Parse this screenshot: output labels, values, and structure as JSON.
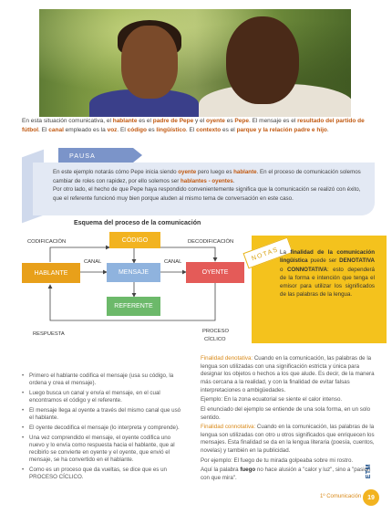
{
  "intro": {
    "t1": "En esta situación comunicativa, el ",
    "hablante": "hablante",
    "t2": " es el ",
    "padre": "padre de Pepe",
    "t3": " y el ",
    "oyente": "oyente",
    "t4": " es ",
    "pepe": "Pepe",
    "t5": ". El mensaje es el ",
    "resultado": "resultado del partido de fútbol",
    "t6": ". El ",
    "canal": "canal",
    "t7": " empleado es la ",
    "voz": "voz",
    "t8": ". El ",
    "codigo": "código",
    "t9": " es ",
    "linguistico": "lingüístico",
    "t10": ". El ",
    "contexto": "contexto",
    "t11": " es el ",
    "parque": "parque y la relación padre e hijo",
    "t12": "."
  },
  "pausa": {
    "tag": "PAUSA",
    "p1a": "En este ejemplo notarás cómo Pepe inicia siendo ",
    "oyente": "oyente",
    "p1b": " pero luego es ",
    "hablante": "hablante",
    "p1c": ". En el proceso de comunicación solemos cambiar de roles con rapidez, por ello solemos ser ",
    "hablantes_oyentes": "hablantes - oyentes",
    "p1d": ".",
    "p2": "Por otro lado, el hecho de que Pepe haya respondido convenientemente significa que la comunicación se realizó con éxito, que el referente funcionó muy bien porque aluden al mismo tema de conversación en este caso."
  },
  "diagram": {
    "title": "Esquema del proceso de la comunicación",
    "codificacion": "CODIFICACIÓN",
    "decodificacion": "DECODIFICACIÓN",
    "canal_left": "CANAL",
    "canal_right": "CANAL",
    "respuesta": "RESPUESTA",
    "proceso": "PROCESO",
    "ciclico": "CÍCLICO",
    "box_codigo": "CÓDIGO",
    "box_hablante": "HABLANTE",
    "box_mensaje": "MENSAJE",
    "box_oyente": "OYENTE",
    "box_referente": "REFERENTE",
    "colors": {
      "codigo": "#f2b320",
      "hablante": "#e8a01a",
      "mensaje": "#8fb3de",
      "oyente": "#e45b58",
      "referente": "#6cb96a"
    }
  },
  "notas": {
    "tag": "NOTAS",
    "t1": "La ",
    "b1": "finalidad de la comunicación lingüística",
    "t2": " puede ser ",
    "b2": "DENOTATIVA",
    "t3": " o ",
    "b3": "CONNOTATIVA",
    "t4": ": esto dependerá de la forma e intención que tenga el emisor para utilizar los significados de las palabras de la lengua."
  },
  "bullets": [
    "Primero el hablante codifica el mensaje (usa su código, la ordena y crea el mensaje).",
    "Luego busca un canal y envía el mensaje, en el cual encontramos el código y el referente.",
    "El mensaje llega al oyente a través del mismo canal que usó el hablante.",
    "El oyente decodifica el mensaje (lo interpreta y comprende).",
    "Una vez comprendido el mensaje, el oyente codifica uno nuevo y lo envía como respuesta hacia el hablante, que al recibirlo se convierte en oyente y el oyente, que envió el mensaje, se ha convertido en el hablante.",
    "Como es un proceso que da vueltas, se dice que es un PROCESO CÍCLICO."
  ],
  "right": {
    "denot_label": "Finalidad denotativa:",
    "denot_text": " Cuando en la comunicación, las palabras de la lengua son utilizadas con una significación estricta y única para designar los objetos o hechos a los que alude. Es decir, de la manera más cercana a la realidad, y con la finalidad de evitar falsas interpretaciones o ambigüedades.",
    "ej1": "Ejemplo: En la zona ecuatorial se siente el calor intenso.",
    "ej1b": "El enunciado del ejemplo se entiende de una sola forma, en un solo sentido.",
    "conn_label": "Finalidad connotativa:",
    "conn_text": " Cuando en la comunicación, las palabras de la lengua son utilizadas con otro u otros significados que enriquecen los mensajes. Esta finalidad se da en la lengua literaria (poesía, cuentos, novelas) y también en la publicidad.",
    "ej2": "Por ejemplo: El fuego de tu mirada golpeaba sobre mi rostro.",
    "ej2a": "Aquí la palabra ",
    "fuego": "fuego",
    "ej2b": " no hace alusión a \"calor y luz\", sino a \"pasión con que mira\"."
  },
  "footer": {
    "label": "1º Comunicación",
    "page": "19",
    "brand": "ETM"
  }
}
